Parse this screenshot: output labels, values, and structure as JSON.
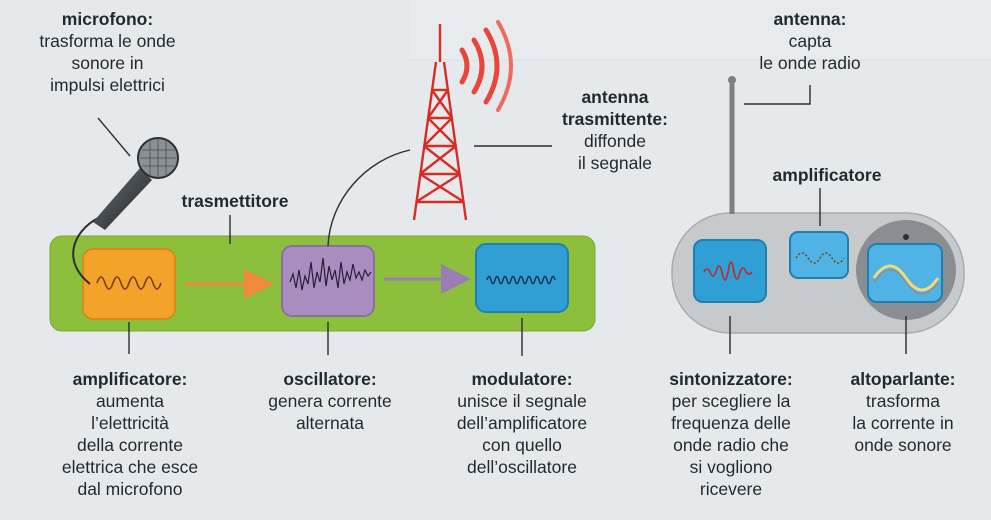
{
  "palette": {
    "background": "#e6e9ec",
    "transmitter_bar": "#8cbf3c",
    "receiver_panel": "#c7c9cb",
    "amplifier_box": "#f3a32a",
    "oscillator_box": "#a98dbf",
    "modulator_box": "#2f9fd6",
    "arrow": "#ef8a3a",
    "tower": "#d62d23",
    "signal_waves": "#e8463b"
  },
  "labels": {
    "microfono": {
      "title": "microfono:",
      "desc": "trasforma le onde\nsonore in\nimpulsi elettrici"
    },
    "trasmettitore": {
      "title": "trasmettitore"
    },
    "antenna_tx": {
      "title": "antenna\ntrasmittente:",
      "desc": "diffonde\nil segnale"
    },
    "antenna_rx": {
      "title": "antenna:",
      "desc": "capta\nle onde radio"
    },
    "amplificatore_rx": {
      "title": "amplificatore"
    },
    "amplificatore": {
      "title": "amplificatore:",
      "desc": "aumenta\nl’elettricità\ndella corrente\nelettrica che esce\ndal microfono"
    },
    "oscillatore": {
      "title": "oscillatore:",
      "desc": "genera corrente\nalternata"
    },
    "modulatore": {
      "title": "modulatore:",
      "desc": "unisce il segnale\ndell’amplificatore\ncon quello\ndell’oscillatore"
    },
    "sintonizzatore": {
      "title": "sintonizzatore:",
      "desc": "per scegliere la\nfrequenza delle\nonde radio che\nsi vogliono\nricevere"
    },
    "altoparlante": {
      "title": "altoparlante:",
      "desc": "trasforma\nla corrente in\nonde sonore"
    }
  }
}
